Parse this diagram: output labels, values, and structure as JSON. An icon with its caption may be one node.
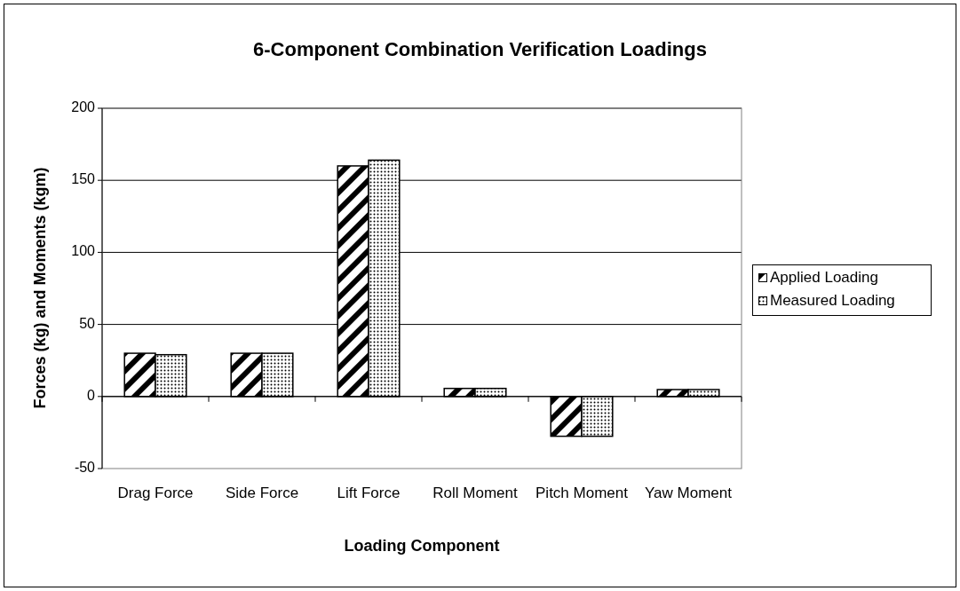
{
  "diagram": {
    "chart_data": {
      "type": "bar",
      "title": "6-Component Combination Verification Loadings",
      "xlabel": "Loading Component",
      "ylabel": "Forces (kg) and Moments (kgm)",
      "categories": [
        "Drag Force",
        "Side Force",
        "Lift Force",
        "Roll Moment",
        "Pitch Moment",
        "Yaw Moment"
      ],
      "series": [
        {
          "name": "Applied Loading",
          "color": "#000000",
          "values": [
            30,
            30,
            160,
            5.6,
            -27.6,
            4.8
          ]
        },
        {
          "name": "Measured Loading",
          "color": "#000000",
          "values": [
            29,
            30,
            164,
            5.6,
            -27.6,
            4.8
          ]
        }
      ],
      "ylim": [
        -50,
        200
      ],
      "yticks": [
        -50,
        0,
        50,
        100,
        150,
        200
      ],
      "grid": true,
      "legend": true
    }
  }
}
